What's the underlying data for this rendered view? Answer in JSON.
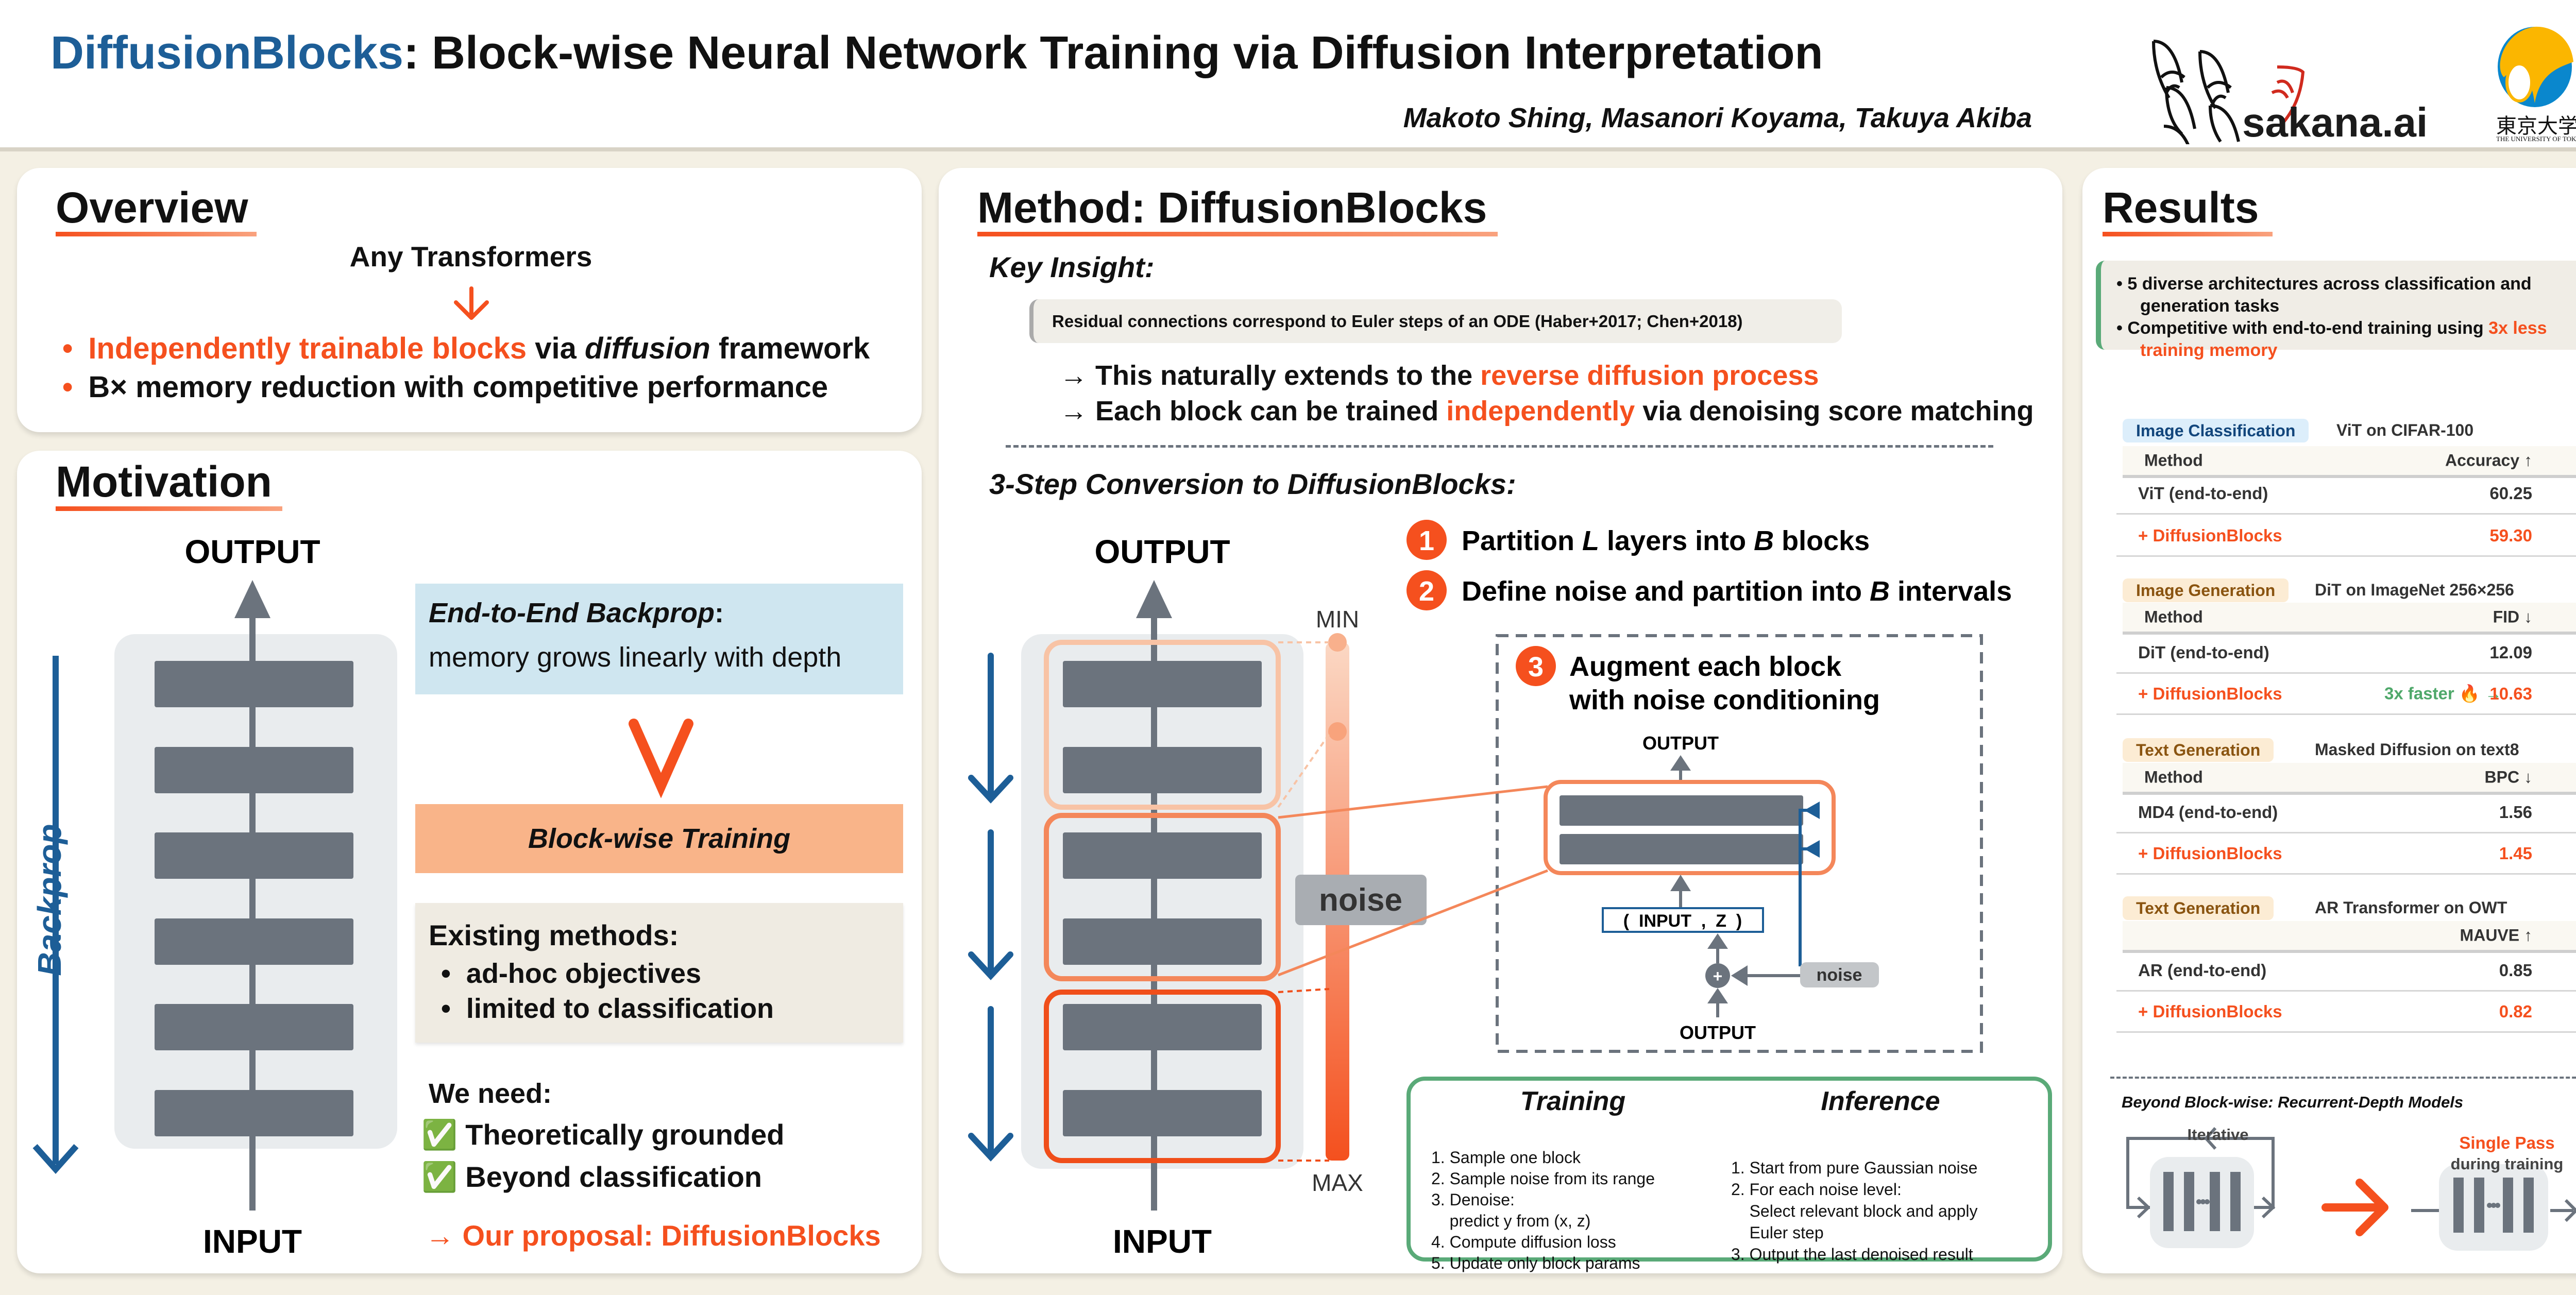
{
  "header": {
    "title_brand": "DiffusionBlocks",
    "title_rest": ": Block-wise Neural Network Training via Diffusion Interpretation",
    "authors": "Makoto Shing, Masanori Koyama, Takuya Akiba",
    "logo_sakana": "sakana.ai",
    "logo_tokyo_jp": "東京大学",
    "logo_tokyo_en": "THE UNIVERSITY OF TOKYO"
  },
  "colors": {
    "accent": "#f5501e",
    "brand_blue": "#1d5e97",
    "green": "#5aaa78",
    "gray_block": "#6b737d"
  },
  "overview": {
    "heading": "Overview",
    "top_line": "Any Transformers",
    "bullet1_hl": "Independently trainable blocks",
    "bullet1_mid": " via ",
    "bullet1_it": "diffusion",
    "bullet1_end": " framework",
    "bullet2": "B× memory reduction with competitive performance"
  },
  "motivation": {
    "heading": "Motivation",
    "output": "OUTPUT",
    "input": "INPUT",
    "backprop": "Backprop",
    "e2e_title": "End-to-End Backprop",
    "e2e_colon": ":",
    "e2e_text": "memory grows linearly with depth",
    "blockwise": "Block-wise Training",
    "existing_title": "Existing methods:",
    "existing_items": [
      "ad-hoc objectives",
      "limited to classification"
    ],
    "we_need": "We need:",
    "needs": [
      "✅ Theoretically grounded",
      "✅ Beyond classification"
    ],
    "proposal": "→ Our proposal: DiffusionBlocks"
  },
  "method": {
    "heading": "Method: DiffusionBlocks",
    "key_insight": "Key Insight:",
    "residual": "Residual connections correspond to Euler steps of an ODE  (Haber+2017; Chen+2018)",
    "arrow1_pre": "→ This naturally extends to the ",
    "arrow1_hl": "reverse diffusion process",
    "arrow2_pre": "→ Each block can be trained ",
    "arrow2_hl": "independently",
    "arrow2_post": " via denoising score matching",
    "conversion": "3-Step Conversion to DiffusionBlocks:",
    "output": "OUTPUT",
    "input": "INPUT",
    "min": "MIN",
    "max": "MAX",
    "noise": "noise",
    "steps": [
      {
        "num": "1",
        "pre": "Partition ",
        "v1": "L",
        "mid": " layers into ",
        "v2": "B",
        "post": " blocks"
      },
      {
        "num": "2",
        "pre": "Define noise and partition into ",
        "v1": "B",
        "post": " intervals"
      },
      {
        "num": "3",
        "line1": "Augment each block",
        "line2": "with noise conditioning"
      }
    ],
    "detail": {
      "output_top": "OUTPUT",
      "input_z": "(  INPUT  ,  Z  )",
      "plus": "+",
      "noise": "noise",
      "output_bottom": "OUTPUT"
    },
    "training": {
      "title": "Training",
      "items": [
        "1. Sample one block",
        "2. Sample noise from its range",
        "3. Denoise:",
        "    predict y from (x, z)",
        "4. Compute diffusion loss",
        "5. Update only block params"
      ]
    },
    "inference": {
      "title": "Inference",
      "items": [
        "1. Start from pure Gaussian noise",
        "2. For each noise level:",
        "    Select relevant block and apply",
        "    Euler step",
        "3. Output the last denoised result"
      ]
    }
  },
  "results": {
    "heading": "Results",
    "summary": [
      {
        "text": "5 diverse architectures across classification and",
        "cont": "generation tasks"
      },
      {
        "text": "Competitive with end-to-end training using ",
        "hl": "3x less",
        "cont": "training memory"
      }
    ],
    "tables": [
      {
        "tag": "Image Classification",
        "subtitle": "ViT on CIFAR-100",
        "col_method": "Method",
        "col_metric": "Accuracy ↑",
        "rows": [
          {
            "method": "ViT (end-to-end)",
            "value": "60.25"
          },
          {
            "method": "+ DiffusionBlocks",
            "value": "59.30"
          }
        ]
      },
      {
        "tag": "Image Generation",
        "subtitle": "DiT on ImageNet 256×256",
        "col_method": "Method",
        "col_metric": "FID ↓",
        "rows": [
          {
            "method": "DiT (end-to-end)",
            "value": "12.09"
          },
          {
            "method": "+ DiffusionBlocks",
            "value": "10.63",
            "note": "3x faster 🔥 →"
          }
        ]
      },
      {
        "tag": "Text Generation",
        "subtitle": "Masked Diffusion on text8",
        "col_method": "Method",
        "col_metric": "BPC ↓",
        "rows": [
          {
            "method": "MD4 (end-to-end)",
            "value": "1.56"
          },
          {
            "method": "+ DiffusionBlocks",
            "value": "1.45"
          }
        ]
      },
      {
        "tag": "Text Generation",
        "subtitle": "AR Transformer on OWT",
        "col_method": "",
        "col_metric": "MAUVE ↑",
        "rows": [
          {
            "method": "AR (end-to-end)",
            "value": "0.85"
          },
          {
            "method": "+ DiffusionBlocks",
            "value": "0.82"
          }
        ]
      }
    ],
    "beyond_title": "Beyond Block-wise: Recurrent-Depth Models",
    "iterative": "Iterative",
    "single_pass": "Single Pass",
    "during_training": "during training"
  }
}
